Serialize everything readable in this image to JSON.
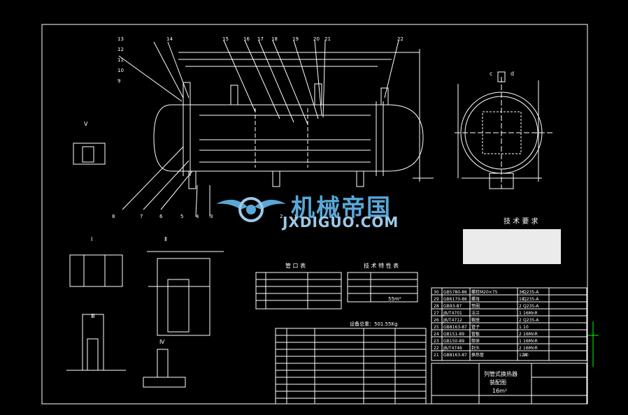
{
  "drawing": {
    "title_line1": "列管式换热器",
    "title_line2": "装配图",
    "title_line3": "16m²",
    "tech_req_title": "技 术 要 求",
    "nozzle_table_title": "管 口 表",
    "tech_char_title": "技 术 特 性 表",
    "weight_note": "设备总重：501.55Kg",
    "area_note": "55m²"
  },
  "watermark": {
    "cn": "机械帝国",
    "en": "JXDIGUO.COM"
  },
  "colors": {
    "background": "#000000",
    "line": "#ffffff",
    "yellow": "#ffff00",
    "green": "#00ff00",
    "watermark": "#5aa7d8"
  },
  "callouts": [
    "13",
    "12",
    "11",
    "10",
    "9",
    "14",
    "15",
    "16",
    "17",
    "18",
    "19",
    "20",
    "21",
    "22",
    "8",
    "7",
    "6",
    "5",
    "4",
    "3",
    "2",
    "1"
  ],
  "section_labels": [
    "Ⅴ",
    "Ⅰ",
    "Ⅱ",
    "Ⅲ",
    "Ⅳ",
    "c",
    "d"
  ],
  "parts_rows": [
    {
      "no": "30",
      "code": "GB5780-86",
      "name": "螺栓M20×75",
      "qty": "36",
      "mat": "Q235-A"
    },
    {
      "no": "29",
      "code": "GB6170-86",
      "name": "螺母",
      "qty": "18",
      "mat": "Q235-A"
    },
    {
      "no": "28",
      "code": "GB93-87",
      "name": "垫圈",
      "qty": "2",
      "mat": "Q235-A"
    },
    {
      "no": "27",
      "code": "JB/T4701",
      "name": "法兰",
      "qty": "1",
      "mat": "16MnR"
    },
    {
      "no": "26",
      "code": "JB/T4712",
      "name": "鞍座",
      "qty": "2",
      "mat": "Q235-A"
    },
    {
      "no": "25",
      "code": "GB8163-87",
      "name": "管子",
      "qty": "1",
      "mat": "10"
    },
    {
      "no": "24",
      "code": "GB151-89",
      "name": "管板",
      "qty": "2",
      "mat": "16MnR"
    },
    {
      "no": "23",
      "code": "GB150-89",
      "name": "筒体",
      "qty": "1",
      "mat": "16MnR"
    },
    {
      "no": "22",
      "code": "JB/T4746",
      "name": "封头",
      "qty": "2",
      "mat": "16MnR"
    },
    {
      "no": "21",
      "code": "GB8163-87",
      "name": "换热管",
      "qty": "124",
      "mat": "10"
    }
  ]
}
